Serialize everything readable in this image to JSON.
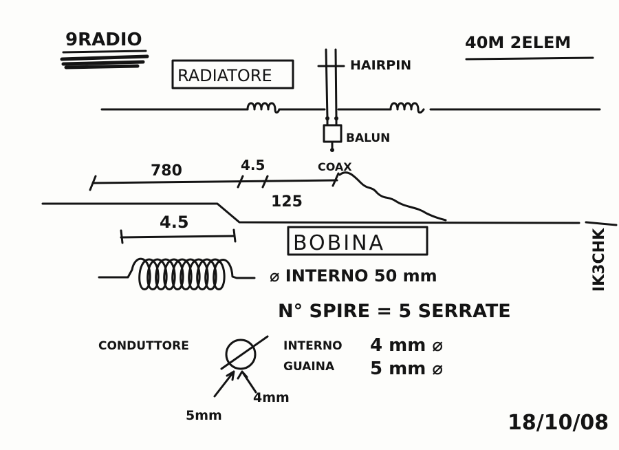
{
  "header": {
    "title": "9RADIO",
    "subtitle": "40M 2ELEM"
  },
  "radiator": {
    "label": "RADIATORE",
    "hairpin_label": "HAIRPIN",
    "balun_label": "BALUN",
    "coax_label": "COAX"
  },
  "dimensions": {
    "left_segment": "780",
    "coil_length_top": "4.5",
    "right_segment": "125",
    "coil_length": "4.5"
  },
  "coil": {
    "label": "BOBINA",
    "inner_diameter": "⌀ INTERNO 50 mm",
    "turns": "N° SPIRE = 5 SERRATE"
  },
  "conductor": {
    "label": "CONDUTTORE",
    "inner_label": "INTERNO",
    "inner_value": "4 mm ⌀",
    "sheath_label": "GUAINA",
    "sheath_value": "5 mm ⌀",
    "outer_callout": "5mm",
    "inner_callout": "4mm"
  },
  "callsign": "IK3CHK",
  "date": "18/10/08",
  "colors": {
    "ink": "#141414",
    "paper": "#fdfdfb"
  }
}
